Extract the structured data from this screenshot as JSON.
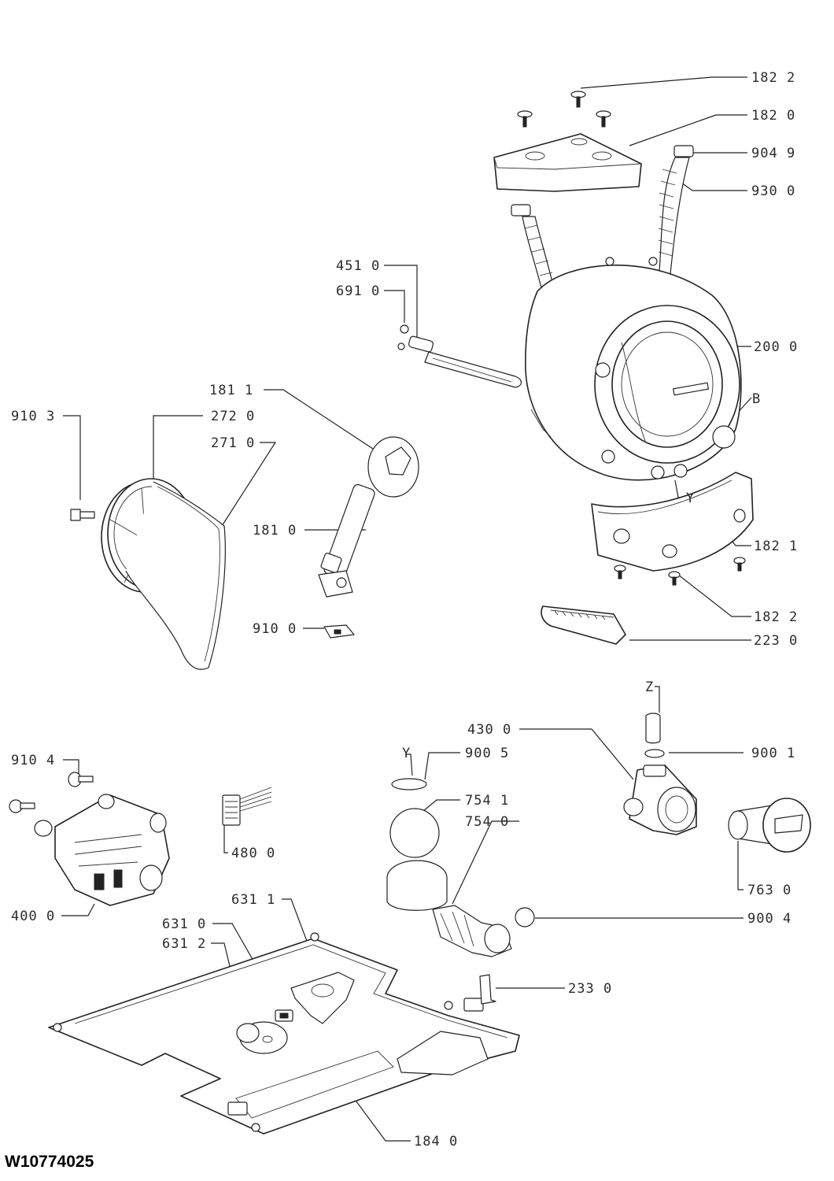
{
  "doc_id": "W10774025",
  "callouts": [
    {
      "id": "c-182-2-top",
      "text": "182 2"
    },
    {
      "id": "c-182-0",
      "text": "182 0"
    },
    {
      "id": "c-904-9",
      "text": "904 9"
    },
    {
      "id": "c-930-0",
      "text": "930 0"
    },
    {
      "id": "c-451-0",
      "text": "451 0"
    },
    {
      "id": "c-691-0",
      "text": "691 0"
    },
    {
      "id": "c-200-0",
      "text": "200 0"
    },
    {
      "id": "c-B",
      "text": "B"
    },
    {
      "id": "c-Y-top",
      "text": "Y"
    },
    {
      "id": "c-182-1",
      "text": "182 1"
    },
    {
      "id": "c-182-2-bottom",
      "text": "182 2"
    },
    {
      "id": "c-223-0",
      "text": "223 0"
    },
    {
      "id": "c-181-1",
      "text": "181 1"
    },
    {
      "id": "c-910-3",
      "text": "910 3"
    },
    {
      "id": "c-272-0",
      "text": "272 0"
    },
    {
      "id": "c-271-0",
      "text": "271 0"
    },
    {
      "id": "c-181-0",
      "text": "181 0"
    },
    {
      "id": "c-910-0",
      "text": "910 0"
    },
    {
      "id": "c-Z",
      "text": "Z"
    },
    {
      "id": "c-430-0",
      "text": "430 0"
    },
    {
      "id": "c-900-1",
      "text": "900 1"
    },
    {
      "id": "c-Y-bottom",
      "text": "Y"
    },
    {
      "id": "c-900-5",
      "text": "900 5"
    },
    {
      "id": "c-754-1",
      "text": "754 1"
    },
    {
      "id": "c-754-0",
      "text": "754 0"
    },
    {
      "id": "c-910-4",
      "text": "910 4"
    },
    {
      "id": "c-480-0",
      "text": "480 0"
    },
    {
      "id": "c-400-0",
      "text": "400 0"
    },
    {
      "id": "c-763-0",
      "text": "763 0"
    },
    {
      "id": "c-900-4",
      "text": "900 4"
    },
    {
      "id": "c-631-1",
      "text": "631 1"
    },
    {
      "id": "c-631-0",
      "text": "631 0"
    },
    {
      "id": "c-631-2",
      "text": "631 2"
    },
    {
      "id": "c-233-0",
      "text": "233 0"
    },
    {
      "id": "c-184-0",
      "text": "184 0"
    }
  ]
}
